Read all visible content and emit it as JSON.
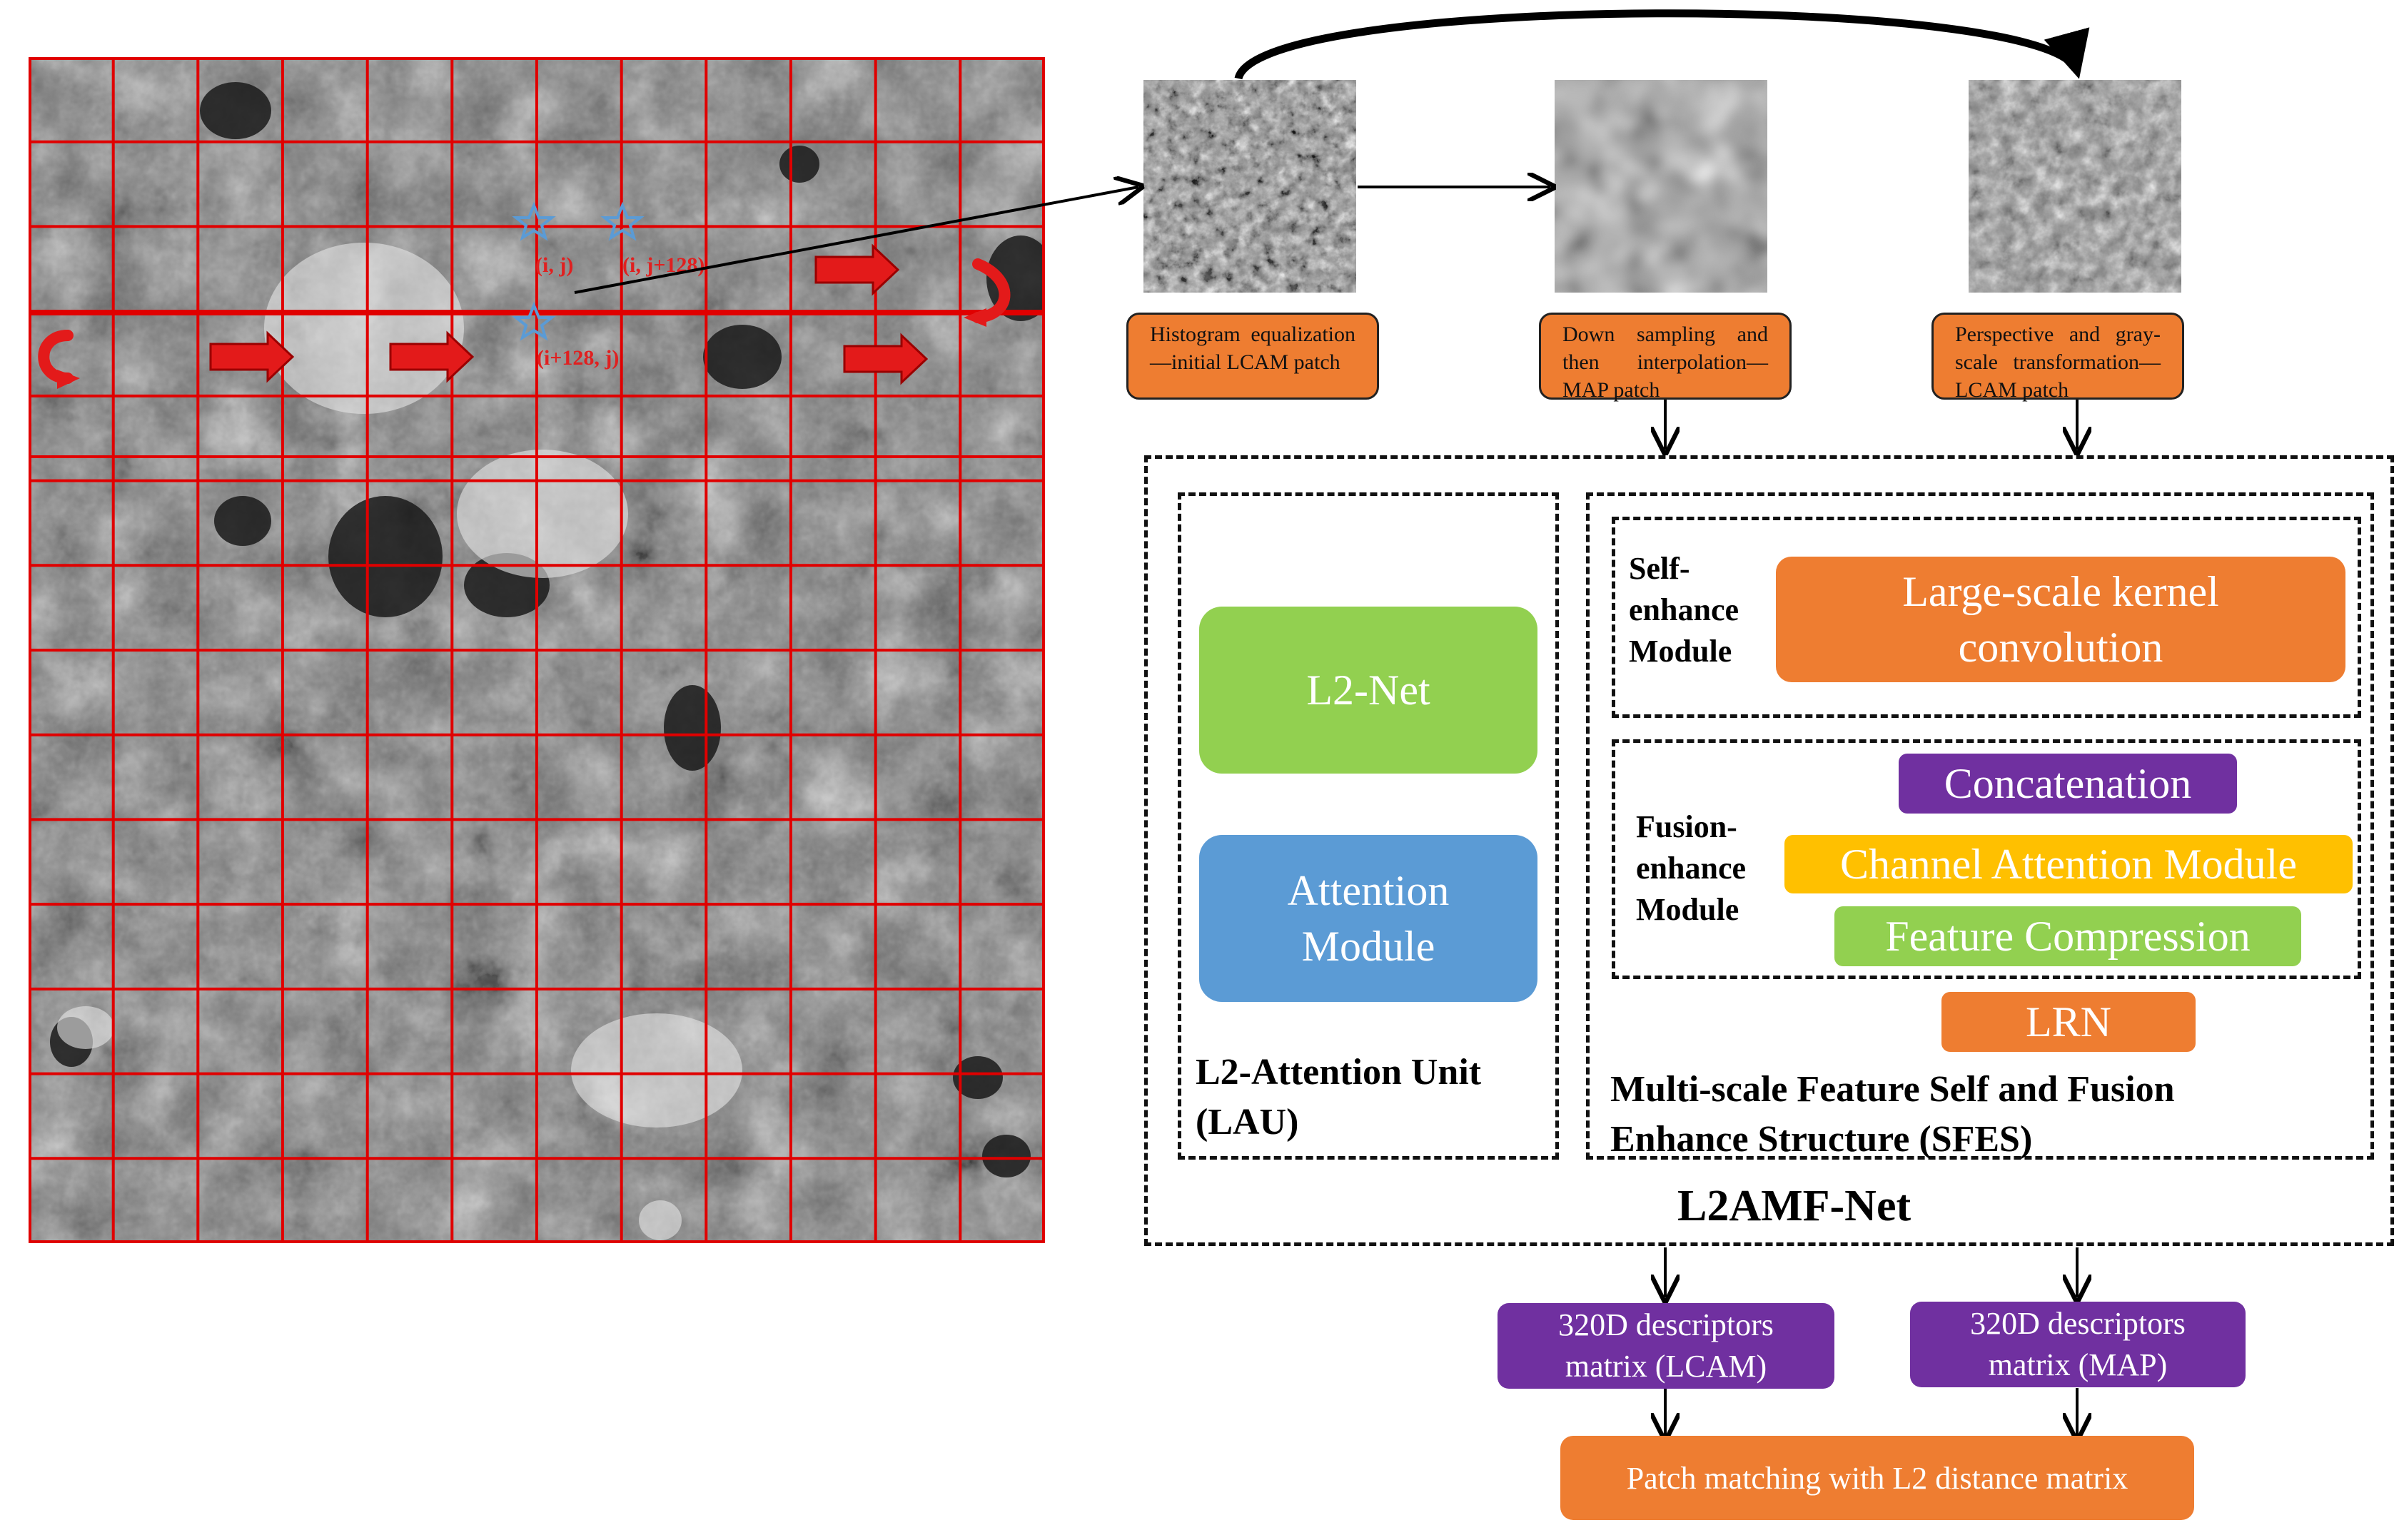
{
  "left_image": {
    "coords": [
      "(i, j)",
      "(i, j+128)",
      "(i+128, j)"
    ]
  },
  "steps": [
    {
      "label": "Histogram equalization—initial LCAM patch"
    },
    {
      "label": "Down sampling and then interpolation—MAP patch"
    },
    {
      "label": "Perspective and gray-scale transformation—LCAM patch"
    }
  ],
  "lau": {
    "l2net": "L2-Net",
    "attention": "Attention Module",
    "title": "L2-Attention Unit (LAU)"
  },
  "sfes": {
    "self_label": "Self-enhance Module",
    "large_kernel": "Large-scale kernel convolution",
    "fusion_label": "Fusion-enhance Module",
    "concatenation": "Concatenation",
    "channel_attention": "Channel Attention Module",
    "feature_compression": "Feature Compression",
    "lrn": "LRN",
    "title": "Multi-scale Feature Self and Fusion Enhance Structure (SFES)"
  },
  "net_title": "L2AMF-Net",
  "outputs": {
    "lcam": "320D descriptors matrix (LCAM)",
    "map": "320D descriptors matrix (MAP)",
    "matching": "Patch matching with L2 distance matrix"
  },
  "colors": {
    "orange": "#ee7d31",
    "green": "#92d050",
    "blue": "#5b9bd5",
    "purple": "#7030a0",
    "yellow": "#ffc000",
    "grid_red": "#e00000"
  }
}
